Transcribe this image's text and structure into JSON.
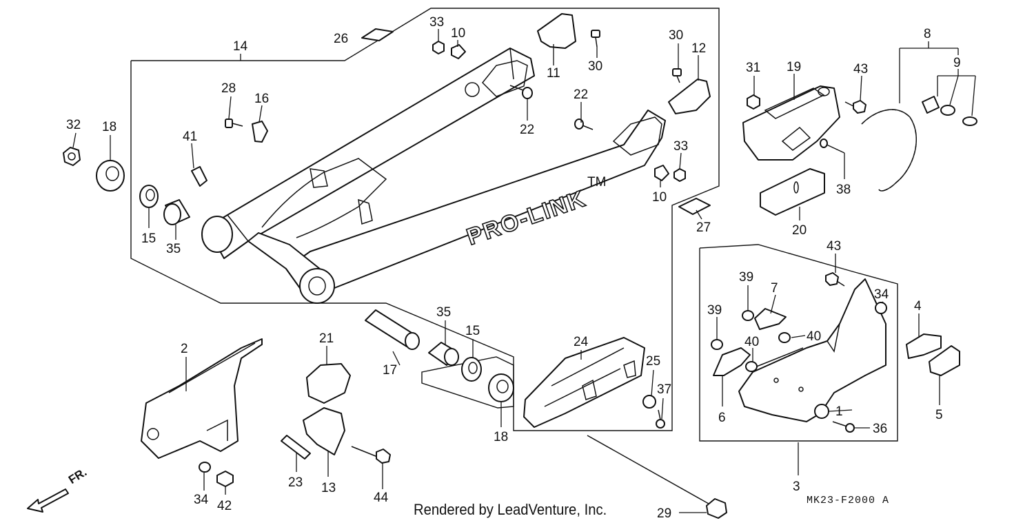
{
  "credit": "Rendered by LeadVenture, Inc.",
  "diagram_code": "MK23-F2000 A",
  "front_label": "FR.",
  "brand_text": "PRO-LINK",
  "trademark": "TM",
  "callouts": {
    "p1": "1",
    "p2": "2",
    "p3": "3",
    "p4": "4",
    "p5": "5",
    "p6": "6",
    "p7": "7",
    "p8": "8",
    "p9": "9",
    "p10a": "10",
    "p10b": "10",
    "p11": "11",
    "p12": "12",
    "p13": "13",
    "p14": "14",
    "p15a": "15",
    "p15b": "15",
    "p16": "16",
    "p17": "17",
    "p18a": "18",
    "p18b": "18",
    "p19": "19",
    "p20": "20",
    "p21": "21",
    "p22a": "22",
    "p22b": "22",
    "p23": "23",
    "p24": "24",
    "p25": "25",
    "p26": "26",
    "p27": "27",
    "p28": "28",
    "p29": "29",
    "p30a": "30",
    "p30b": "30",
    "p31": "31",
    "p32": "32",
    "p33a": "33",
    "p33b": "33",
    "p34a": "34",
    "p34b": "34",
    "p35a": "35",
    "p35b": "35",
    "p36": "36",
    "p37": "37",
    "p38": "38",
    "p39a": "39",
    "p39b": "39",
    "p40a": "40",
    "p40b": "40",
    "p41": "41",
    "p42": "42",
    "p43a": "43",
    "p43b": "43",
    "p44": "44"
  }
}
